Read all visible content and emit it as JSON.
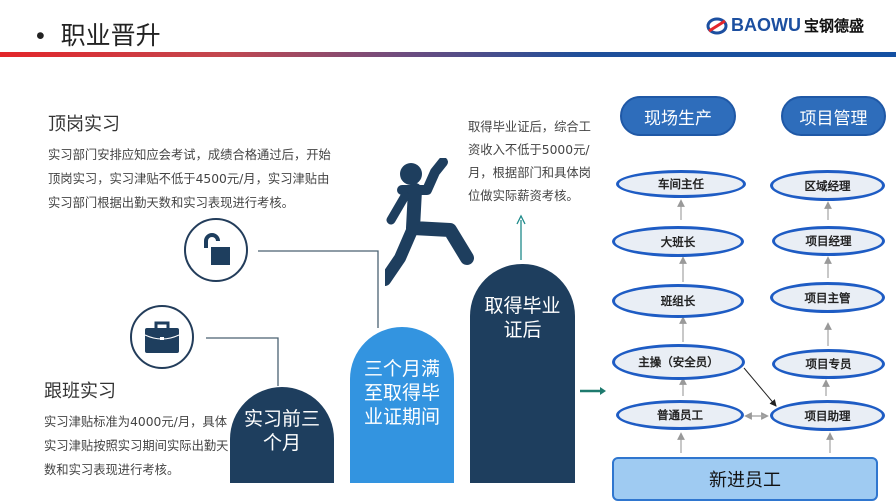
{
  "header": {
    "bullet": "•",
    "title": "职业晋升",
    "logo_en": "BAOWU",
    "logo_cn": "宝钢德盛"
  },
  "left": {
    "section1": {
      "title": "顶岗实习",
      "text": "实习部门安排应知应会考试，成绩合格通过后，开始顶岗实习，实习津贴不低于4500元/月，实习津贴由实习部门根据出勤天数和实习表现进行考核。",
      "icon": "unlock-icon"
    },
    "section2": {
      "title": "跟班实习",
      "text": "实习津贴标准为4000元/月，具体实习津贴按照实习期间实际出勤天数和实习表现进行考核。",
      "icon": "briefcase-icon"
    },
    "after_text": "取得毕业证后，综合工资收入不低于5000元/月，根据部门和具体岗位做实际薪资考核。"
  },
  "pillars": [
    {
      "label": "实习前三个月",
      "color": "#1e3e5e"
    },
    {
      "label": "三个月满至取得毕业证期间",
      "color": "#3394e0"
    },
    {
      "label": "取得毕业证后",
      "color": "#1e3e5e"
    }
  ],
  "diagram": {
    "track1": "现场生产",
    "track2": "项目管理",
    "production": [
      "车间主任",
      "大班长",
      "班组长",
      "主操（安全员）",
      "普通员工"
    ],
    "management": [
      "区域经理",
      "项目经理",
      "项目主管",
      "项目专员",
      "项目助理"
    ],
    "base": "新进员工"
  }
}
